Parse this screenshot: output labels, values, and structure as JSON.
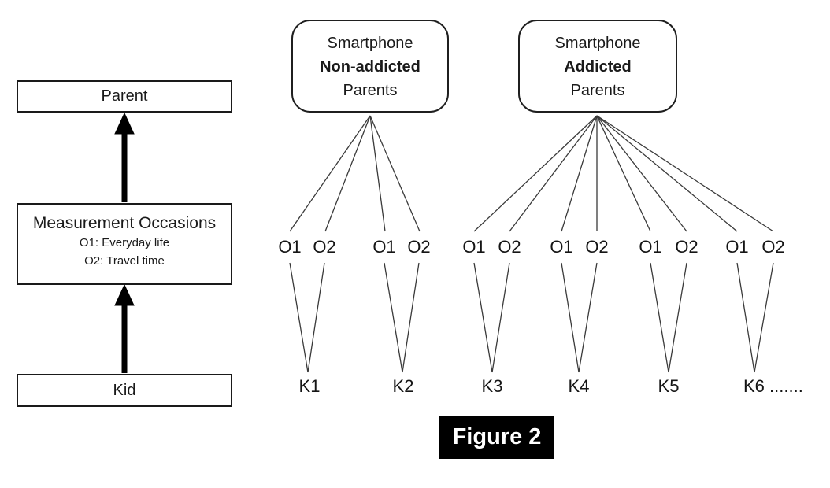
{
  "figure_caption": "Figure 2",
  "left_panel": {
    "parent_label": "Parent",
    "measurement": {
      "title": "Measurement Occasions",
      "line1": "O1: Everyday life",
      "line2": "O2: Travel time"
    },
    "kid_label": "Kid"
  },
  "groups": [
    {
      "line1": "Smartphone",
      "line2": "Non-addicted",
      "line3": "Parents"
    },
    {
      "line1": "Smartphone",
      "line2": "Addicted",
      "line3": "Parents"
    }
  ],
  "occasions": [
    {
      "o1": "O1",
      "o2": "O2"
    },
    {
      "o1": "O1",
      "o2": "O2"
    },
    {
      "o1": "O1",
      "o2": "O2"
    },
    {
      "o1": "O1",
      "o2": "O2"
    },
    {
      "o1": "O1",
      "o2": "O2"
    },
    {
      "o1": "O1",
      "o2": "O2"
    }
  ],
  "kids": [
    "K1",
    "K2",
    "K3",
    "K4",
    "K5",
    "K6 ......."
  ],
  "colors": {
    "background": "#ffffff",
    "text": "#1a1a1a",
    "connector_line": "#3a3a3a",
    "arrow": "#000000",
    "caption_background": "#000000",
    "caption_text": "#ffffff"
  }
}
